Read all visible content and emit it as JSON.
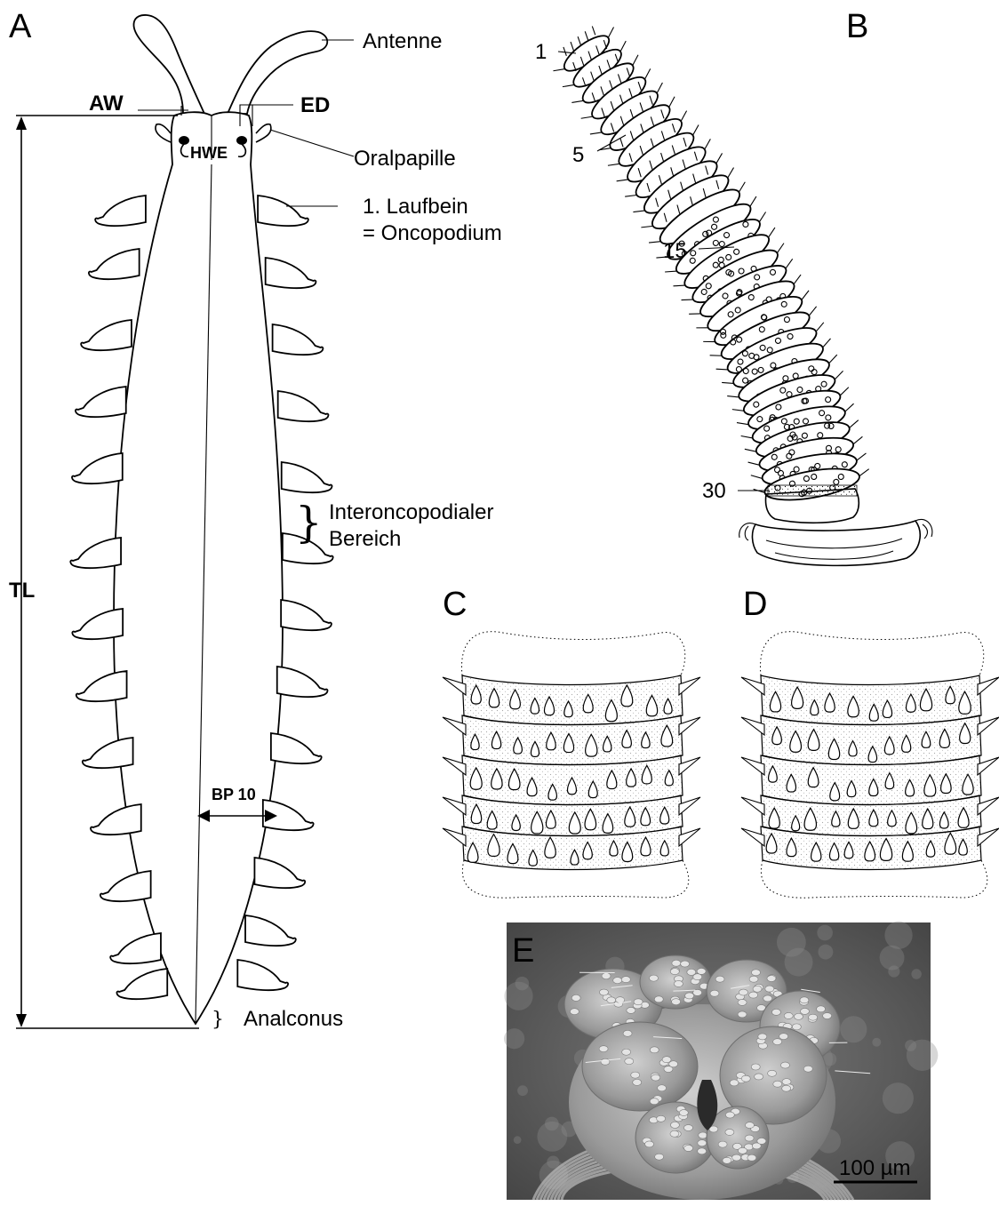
{
  "panels": {
    "a": "A",
    "b": "B",
    "c": "C",
    "d": "D",
    "e": "E"
  },
  "panel_a_labels": {
    "antenna": "Antenne",
    "aw": "AW",
    "ed": "ED",
    "hwe": "HWE",
    "oral_papilla": "Oralpapille",
    "leg_line1": "1. Laufbein",
    "leg_line2": "= Oncopodium",
    "interonco_line1": "Interoncopodialer",
    "interonco_line2": "Bereich",
    "tl": "TL",
    "bp10": "BP 10",
    "anal_cone": "Analconus"
  },
  "panel_b_labels": {
    "ring_1": "1",
    "ring_5": "5",
    "ring_15": "15",
    "ring_30": "30"
  },
  "panel_e": {
    "scale_bar": "100 µm"
  }
}
